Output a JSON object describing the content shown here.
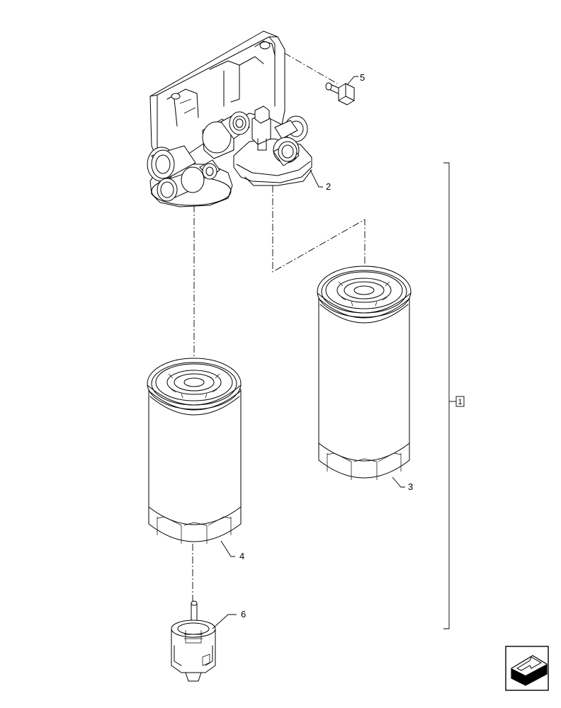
{
  "callouts": {
    "item_1": "1",
    "item_2": "2",
    "item_3": "3",
    "item_4": "4",
    "item_5": "5",
    "item_6": "6"
  },
  "icons": {
    "nav": "arrow-navigation-icon"
  }
}
